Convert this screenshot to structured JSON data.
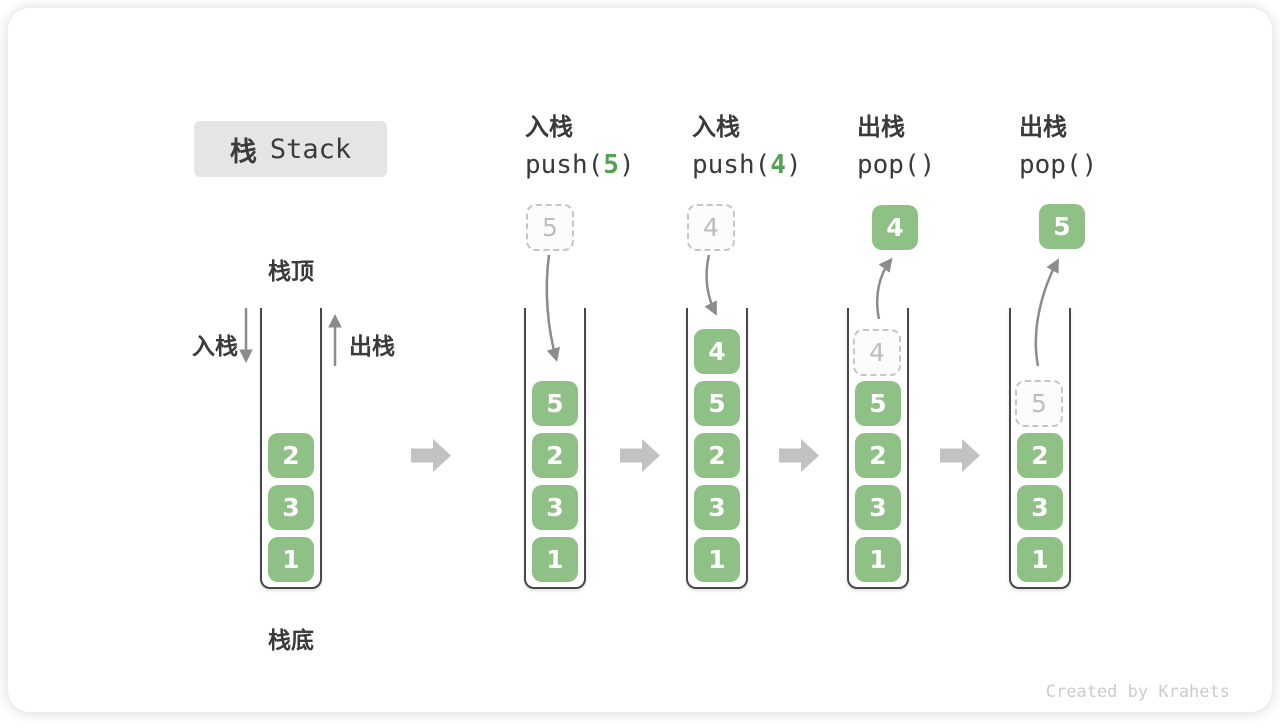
{
  "title": {
    "cn": "栈",
    "en": "Stack"
  },
  "side_labels": {
    "stack_top": "栈顶",
    "stack_bottom": "栈底",
    "push_in": "入栈",
    "pop_out": "出栈"
  },
  "operations": [
    {
      "label": "入栈",
      "code_pre": "push(",
      "code_arg": "5",
      "code_post": ")"
    },
    {
      "label": "入栈",
      "code_pre": "push(",
      "code_arg": "4",
      "code_post": ")"
    },
    {
      "label": "出栈",
      "code_pre": "pop()",
      "code_arg": "",
      "code_post": ""
    },
    {
      "label": "出栈",
      "code_pre": "pop()",
      "code_arg": "",
      "code_post": ""
    }
  ],
  "stacks": [
    {
      "name": "initial",
      "items": [
        "2",
        "3",
        "1"
      ]
    },
    {
      "name": "after-push-5",
      "items": [
        "5",
        "2",
        "3",
        "1"
      ],
      "incoming": "5"
    },
    {
      "name": "after-push-4",
      "items": [
        "4",
        "5",
        "2",
        "3",
        "1"
      ],
      "incoming": "4"
    },
    {
      "name": "after-pop-4",
      "items": [
        "5",
        "2",
        "3",
        "1"
      ],
      "ghost": "4",
      "outgoing": "4"
    },
    {
      "name": "after-pop-5",
      "items": [
        "2",
        "3",
        "1"
      ],
      "ghost": "5",
      "outgoing": "5"
    }
  ],
  "watermark": "Created by Krahets",
  "colors": {
    "item_green": "#8FC186",
    "code_arg_green": "#55A055",
    "flow_arrow_gray": "#C2C2C2",
    "curve_arrow_gray": "#8C8C8C",
    "ghost_border": "#C6C6C6",
    "ghost_text": "#BDBDBD",
    "badge_bg": "#E5E5E5",
    "text_dark": "#3B3B3B",
    "watermark_gray": "#CCCCCC"
  }
}
